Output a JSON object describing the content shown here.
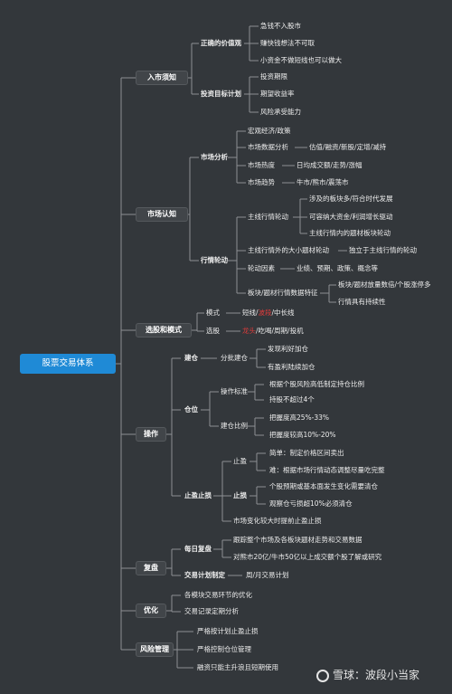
{
  "root": "股票交易体系",
  "branches": {
    "b1": {
      "label": "入市须知",
      "s1": {
        "label": "正确的价值观",
        "items": [
          "急钱不入股市",
          "赚快钱想法不可取",
          "小资金不做短线也可以做大"
        ]
      },
      "s2": {
        "label": "投资目标计划",
        "items": [
          "投资期限",
          "期望收益率",
          "风险承受能力"
        ]
      }
    },
    "b2": {
      "label": "市场认知",
      "s1": {
        "label": "市场分析",
        "items": [
          "宏观经济/政策",
          "市场数据分析",
          "市场热度",
          "市场趋势"
        ],
        "details": [
          "估值/融资/新股/定增/减持",
          "日均成交额/走势/涨幅",
          "牛市/熊市/震荡市"
        ]
      },
      "s2": {
        "label": "行情轮动",
        "r1": {
          "label": "主线行情轮动",
          "items": [
            "涉及的板块多/符合时代发展",
            "可容纳大资金/利润增长驱动",
            "主线行情内的题材板块轮动"
          ]
        },
        "r2": {
          "label": "主线行情外的大小题材轮动",
          "detail": "独立于主线行情的轮动"
        },
        "r3": {
          "label": "轮动因素",
          "detail": "业绩、预期、政策、概念等"
        },
        "r4": {
          "label": "板块/题材行情数据特征",
          "items": [
            "板块/题材放量数倍/个股涨停多",
            "行情具有持续性"
          ]
        }
      }
    },
    "b3": {
      "label": "选股和模式",
      "mode": {
        "label": "模式",
        "pre": "短线/",
        "red": "波段",
        "post": "/中长线"
      },
      "pick": {
        "label": "选股",
        "red": "龙头",
        "post": "/吃喝/周期/投机"
      }
    },
    "b4": {
      "label": "操作",
      "c1": {
        "label": "建仓",
        "sub": "分批建仓",
        "items": [
          "发现利好加仓",
          "有盈利陆续加仓"
        ]
      },
      "c2": {
        "label": "仓位",
        "a": {
          "label": "操作标准",
          "items": [
            "根据个股风险高低制定持仓比例",
            "持股不超过4个"
          ]
        },
        "b": {
          "label": "建仓比例",
          "items": [
            "把握度高25%-33%",
            "把握度较高10%-20%"
          ]
        }
      },
      "c3": {
        "label": "止盈止损",
        "a": {
          "label": "止盈",
          "items": [
            "简单：制定价格区间卖出",
            "难：根据市场行情动态调整尽量吃完整"
          ]
        },
        "b": {
          "label": "止损",
          "items": [
            "个股预期或基本面发生变化需要清仓",
            "观察仓亏损超10%必须清仓"
          ]
        },
        "c": "市场变化较大时提前止盈止损"
      }
    },
    "b5": {
      "label": "复盘",
      "a": {
        "label": "每日复盘",
        "items": [
          "跟踪整个市场及各板块题材走势和交易数据",
          "对熊市20亿/牛市50亿以上成交额个股了解或研究"
        ]
      },
      "b": {
        "label": "交易计划制定",
        "detail": "周/月交易计划"
      }
    },
    "b6": {
      "label": "优化",
      "items": [
        "各模块交易环节的优化",
        "交易记录定期分析"
      ]
    },
    "b7": {
      "label": "风险管理",
      "items": [
        "严格按计划止盈止损",
        "严格控制仓位管理",
        "融资只能主升浪且短期使用"
      ]
    }
  },
  "watermark": "雪球：波段小当家"
}
